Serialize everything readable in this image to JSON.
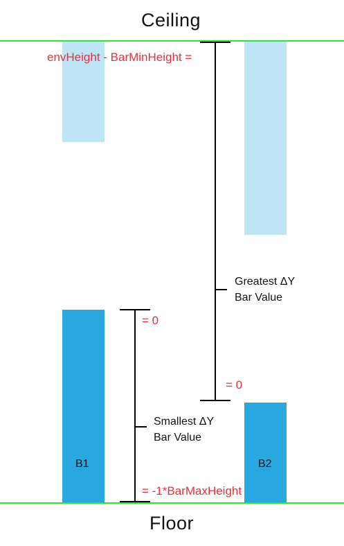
{
  "ceiling_label": "Ceiling",
  "floor_label": "Floor",
  "colors": {
    "boundary_line": "#2ee82e",
    "light_bar": "#bde5f5",
    "dark_bar": "#29a8e0",
    "annotation": "#e8303a",
    "measure_line": "#000000"
  },
  "annotations": {
    "top_formula": "envHeight - BarMinHeight =",
    "greatest_zero": "= 0",
    "smallest_zero": "= 0",
    "smallest_bottom": "= -1*BarMaxHeight"
  },
  "greatest_label": {
    "line1": "Greatest ΔY",
    "line2": "Bar Value"
  },
  "smallest_label": {
    "line1": "Smallest ΔY",
    "line2": "Bar Value"
  },
  "bars": {
    "b1": {
      "label": "B1"
    },
    "b2": {
      "label": "B2"
    }
  }
}
